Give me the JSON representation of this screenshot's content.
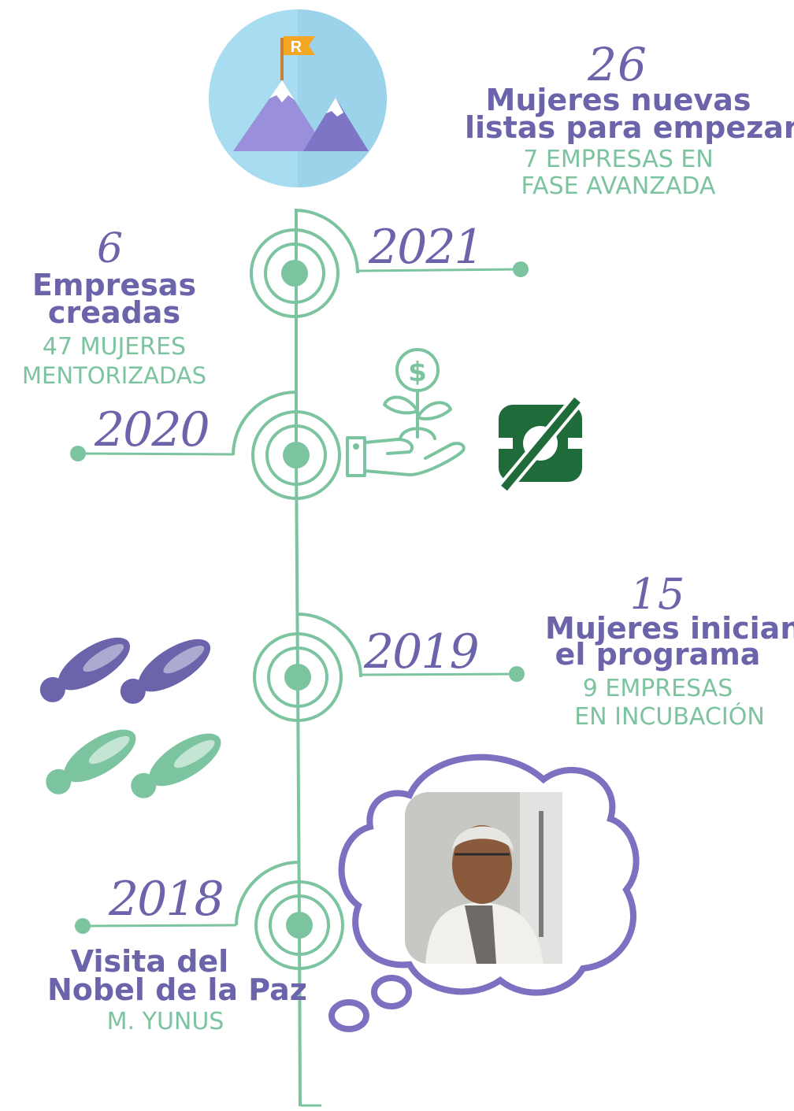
{
  "colors": {
    "green": "#7cc4a0",
    "purple": "#6b64ab",
    "dark_green": "#1f6b3a",
    "sky": "#a8dcf0"
  },
  "icons": {
    "top": "mountain-flag-icon",
    "flag_letter": "R",
    "y2020": "money-plant-hand-icon",
    "y2020_logo": "brand-logo",
    "y2019": "footprints-icon",
    "y2018": "thought-bubble-portrait"
  },
  "top": {
    "number": "26",
    "line1": "Mujeres nuevas",
    "line2": "listas para empezar",
    "sub1": "7 EMPRESAS EN",
    "sub2": "FASE AVANZADA"
  },
  "y2021": {
    "year": "2021",
    "number": "6",
    "line1": "Empresas",
    "line2": "creadas",
    "sub1": "47 MUJERES",
    "sub2": "MENTORIZADAS"
  },
  "y2020": {
    "year": "2020"
  },
  "y2019": {
    "year": "2019",
    "number": "15",
    "line1": "Mujeres inician",
    "line2": "el programa",
    "sub1": "9 EMPRESAS",
    "sub2": "EN INCUBACIÓN"
  },
  "y2018": {
    "year": "2018",
    "line1": "Visita del",
    "line2": "Nobel de la Paz",
    "sub1": "M. YUNUS"
  }
}
